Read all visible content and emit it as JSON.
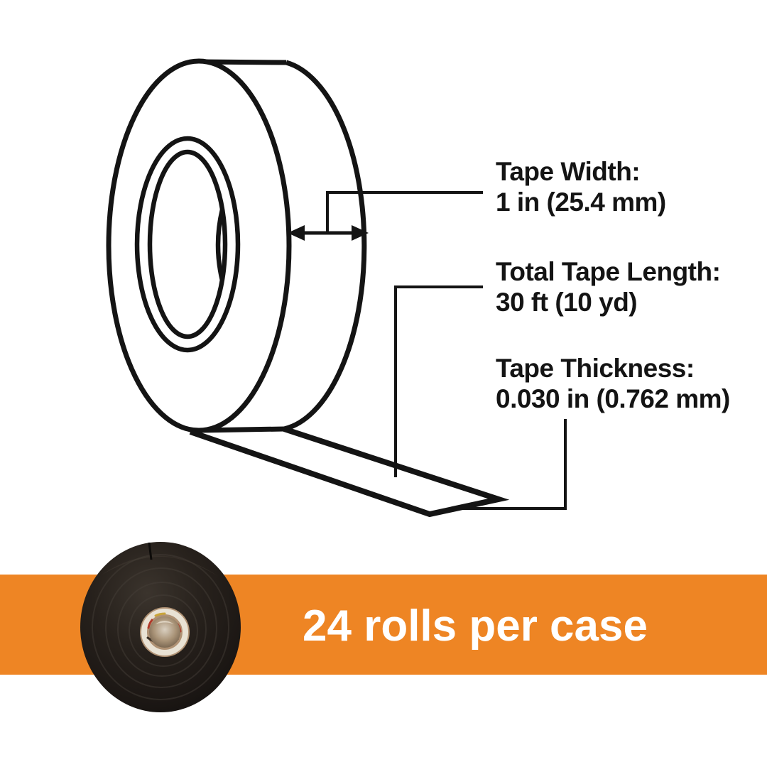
{
  "specs": {
    "items": [
      {
        "label": "Tape Width:",
        "value": "1 in (25.4 mm)"
      },
      {
        "label": "Total Tape Length:",
        "value": "30 ft (10 yd)"
      },
      {
        "label": "Tape Thickness:",
        "value": "0.030 in (0.762 mm)"
      }
    ]
  },
  "banner": {
    "text": "24 rolls per case",
    "background_color": "#EE8524",
    "text_color": "#FFFFFF"
  },
  "illustration": {
    "stroke_color": "#141414"
  },
  "photo": {
    "tape_color": "#211c18",
    "core_color": "#b09274"
  }
}
